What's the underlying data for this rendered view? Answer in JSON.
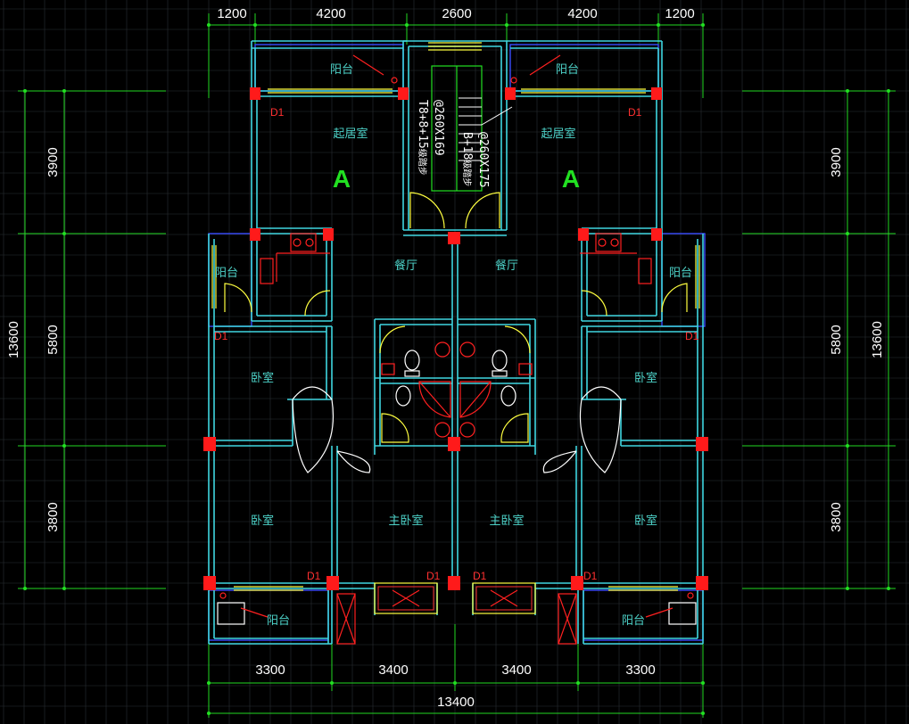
{
  "dimensions": {
    "top": [
      "1200",
      "4200",
      "2600",
      "4200",
      "1200"
    ],
    "bottom": [
      "3300",
      "3400",
      "3400",
      "3300"
    ],
    "bottom_total": "13400",
    "left": [
      "3900",
      "5800",
      "3800"
    ],
    "left_total": "13600",
    "right": [
      "3900",
      "5800",
      "3800"
    ],
    "right_total": "13600"
  },
  "units": {
    "left": "A",
    "right": "A"
  },
  "rooms": {
    "balcony": "阳台",
    "living_room": "起居室",
    "dining_room": "餐厅",
    "bedroom": "卧室",
    "master_bedroom": "主卧室"
  },
  "window_tag": "D1",
  "stair": {
    "left_line1": "T8+8+15",
    "left_line1_suffix": "级踏步",
    "left_line2": "@260X169",
    "right_line1": "B+18",
    "right_line1_suffix": "级踏步",
    "right_line2": "@260X175"
  }
}
